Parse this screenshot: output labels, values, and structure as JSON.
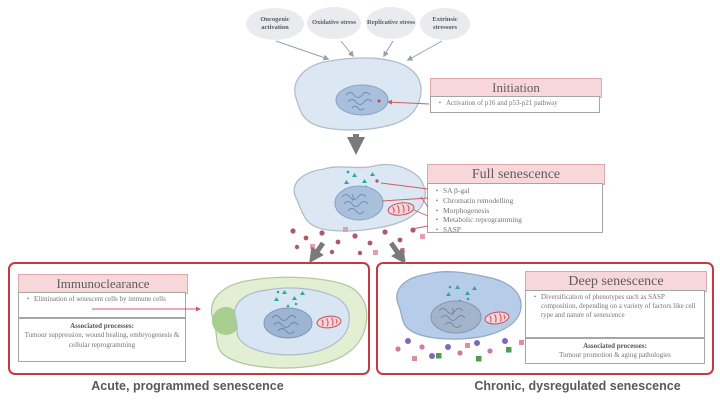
{
  "stressors": [
    "Oncogenic activation",
    "Oxidative stress",
    "Replicative stress",
    "Extrinsic stressors"
  ],
  "initiation": {
    "title": "Initiation",
    "bullets": [
      "Activation of p16 and p53-p21 pathway"
    ]
  },
  "full_senescence": {
    "title": "Full senescence",
    "bullets": [
      "SA β-gal",
      "Chromatin remodelling",
      "Morphogenesis",
      "Metabolic reprogramming",
      "SASP"
    ]
  },
  "immunoclearance": {
    "title": "Immunoclearance",
    "bullets": [
      "Elimination of senescent cells by immune cells"
    ],
    "associated_title": "Associated processes:",
    "associated_text": "Tumour suppression, wound healing, embryogenesis & cellular reprogramming"
  },
  "deep_senescence": {
    "title": "Deep senescence",
    "bullets": [
      "Diversification of phenotypes such as SASP composition, depending on a variety of factors like cell type and nature of senescence"
    ],
    "associated_title": "Associated processes:",
    "associated_text": "Tumour promotion & aging pathologies"
  },
  "captions": {
    "left": "Acute, programmed senescence",
    "right": "Chronic, dysregulated senescence"
  },
  "colors": {
    "header_bg": "#f8d7da",
    "panel_border": "#c23b43",
    "cell_fill": "#dbe7f3",
    "nucleus_fill": "#a9c0dd",
    "immune_cell_fill": "#e3efd3",
    "deep_cell_fill": "#b7cce8",
    "sa_bgal_teal": "#2fa89f",
    "connector_red": "#d45a64",
    "arrow_gray": "#7a7a7a"
  }
}
